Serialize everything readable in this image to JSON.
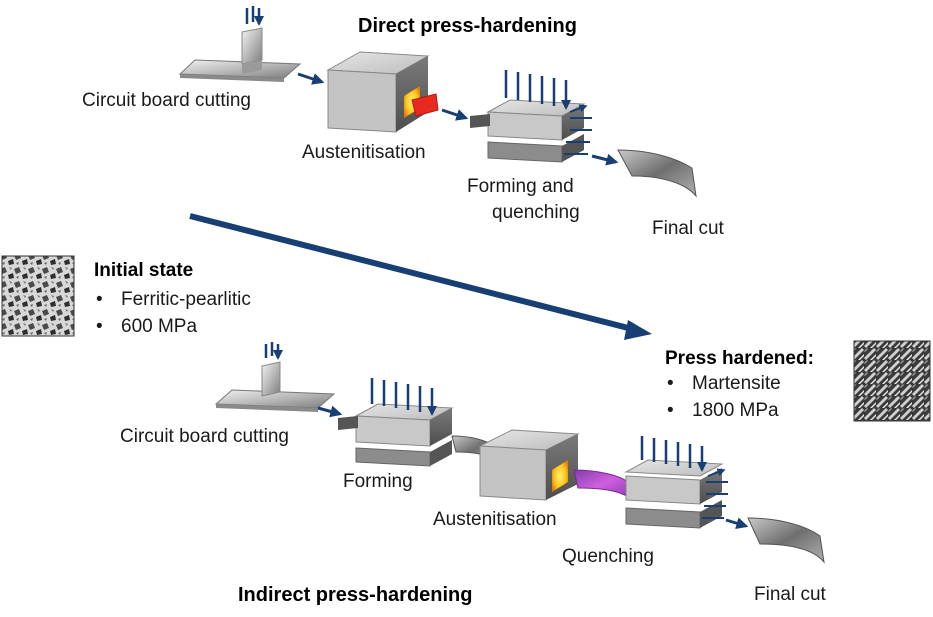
{
  "direct": {
    "title": "Direct press-hardening",
    "step1": "Circuit board cutting",
    "step2": "Austenitisation",
    "step3_line1": "Forming and",
    "step3_line2": "quenching",
    "step4": "Final cut"
  },
  "indirect": {
    "title": "Indirect press-hardening",
    "step1": "Circuit board cutting",
    "step2": "Forming",
    "step3": "Austenitisation",
    "step4": "Quenching",
    "step5": "Final cut"
  },
  "initial_state": {
    "heading": "Initial state",
    "items": [
      "Ferritic-pearlitic",
      "600 MPa"
    ]
  },
  "press_hardened": {
    "heading": "Press hardened:",
    "items": [
      "Martensite",
      "1800 MPa"
    ]
  },
  "bullet": "•",
  "colors": {
    "arrow": "#173f73",
    "hot": "#e8291e",
    "glow": "#ffd21a",
    "violet": "#b04fc8"
  }
}
